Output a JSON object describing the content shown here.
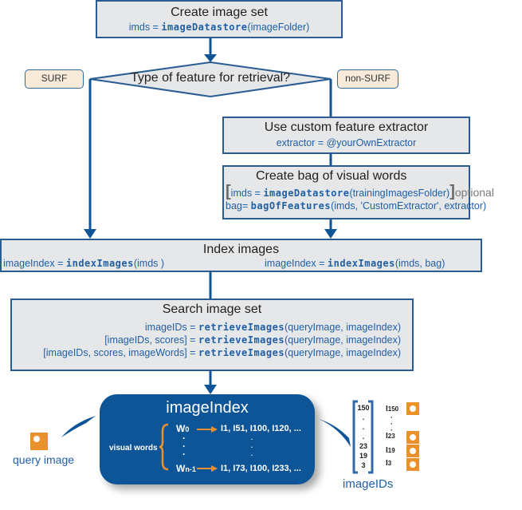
{
  "create_image_set": {
    "title": "Create image set",
    "code_lhs": "imds = ",
    "code_fn": "imageDatastore",
    "code_args": "(imageFolder)"
  },
  "decision": {
    "question": "Type of feature for retrieval?",
    "left_option": "SURF",
    "right_option": "non-SURF"
  },
  "custom_extractor": {
    "title": "Use custom feature extractor",
    "code": "extractor = @yourOwnExtractor"
  },
  "bag_of_words": {
    "title": "Create bag of visual words",
    "line1_lhs": "imds = ",
    "line1_fn": "imageDatastore",
    "line1_args": "(trainingImagesFolder)",
    "optional_label": "optional",
    "line2_lhs": "bag= ",
    "line2_fn": "bagOfFeatures",
    "line2_args": "(imds, 'CustomExtractor', extractor)"
  },
  "index_images": {
    "title": "Index images",
    "left_lhs": "imageIndex = ",
    "left_fn": "indexImages",
    "left_args": "(imds )",
    "right_lhs": "imageIndex = ",
    "right_fn": "indexImages",
    "right_args": "(imds, bag)"
  },
  "search_image_set": {
    "title": "Search image set",
    "lines": [
      {
        "lhs": "imageIDs = ",
        "fn": "retrieveImages",
        "args": "(queryImage, imageIndex)"
      },
      {
        "lhs": "[imageIDs, scores]  = ",
        "fn": "retrieveImages",
        "args": "(queryImage, imageIndex)"
      },
      {
        "lhs": "[imageIDs, scores, imageWords]  = ",
        "fn": "retrieveImages",
        "args": "(queryImage, imageIndex)"
      }
    ]
  },
  "image_index": {
    "title": "imageIndex",
    "visual_words_label": "visual words",
    "first_word": "W",
    "first_word_sub": "0",
    "first_list": "I1, I51, I100, I120, ...",
    "last_word": "W",
    "last_word_sub": "n-1",
    "last_list": "I1, I73, I100, I233, ..."
  },
  "query": {
    "label": "query image"
  },
  "image_ids": {
    "label": "imageIDs",
    "vector": [
      "150",
      ".",
      ".",
      ".",
      "23",
      "19",
      "3"
    ],
    "results": [
      {
        "name": "I",
        "sub": "150"
      },
      {
        "name": "I",
        "sub": "23"
      },
      {
        "name": "I",
        "sub": "19"
      },
      {
        "name": "I",
        "sub": "3"
      }
    ]
  },
  "colors": {
    "box_fill": "#e6e7e8",
    "box_border": "#2a5c91",
    "arrow": "#0e5597",
    "code_text": "#1f5fa8",
    "tag_fill": "#f7ead9",
    "index_fill": "#0e5597",
    "accent_orange": "#e8912d"
  }
}
